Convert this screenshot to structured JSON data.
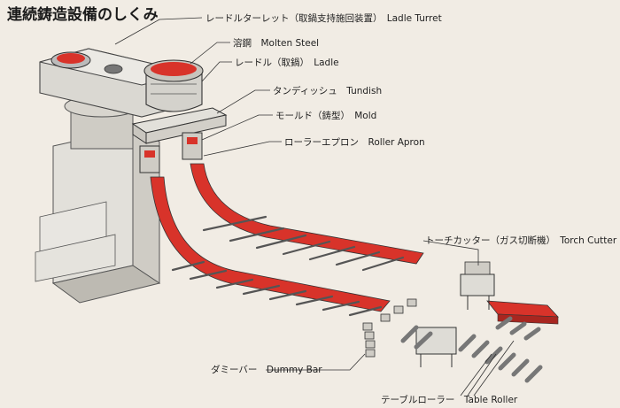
{
  "title": "連続鋳造設備のしくみ",
  "labels": {
    "ladle_turret": "レードルターレット（取鍋支持施回装置）　Ladle Turret",
    "molten_steel": "溶鋼　Molten Steel",
    "ladle": "レードル（取鍋）　Ladle",
    "tundish": "タンディッシュ　Tundish",
    "mold": "モールド（鋳型）　Mold",
    "roller_apron": "ローラーエプロン　Roller Apron",
    "torch_cutter": "トーチカッター（ガス切断機）　Torch Cutter",
    "dummy_bar": "ダミーバー　Dummy Bar",
    "table_roller": "テーブルローラー　Table Roller"
  },
  "colors": {
    "background": "#f1ece4",
    "steel_red": "#d8332a",
    "machine_gray": "#d9d7d2",
    "outline": "#333333"
  }
}
